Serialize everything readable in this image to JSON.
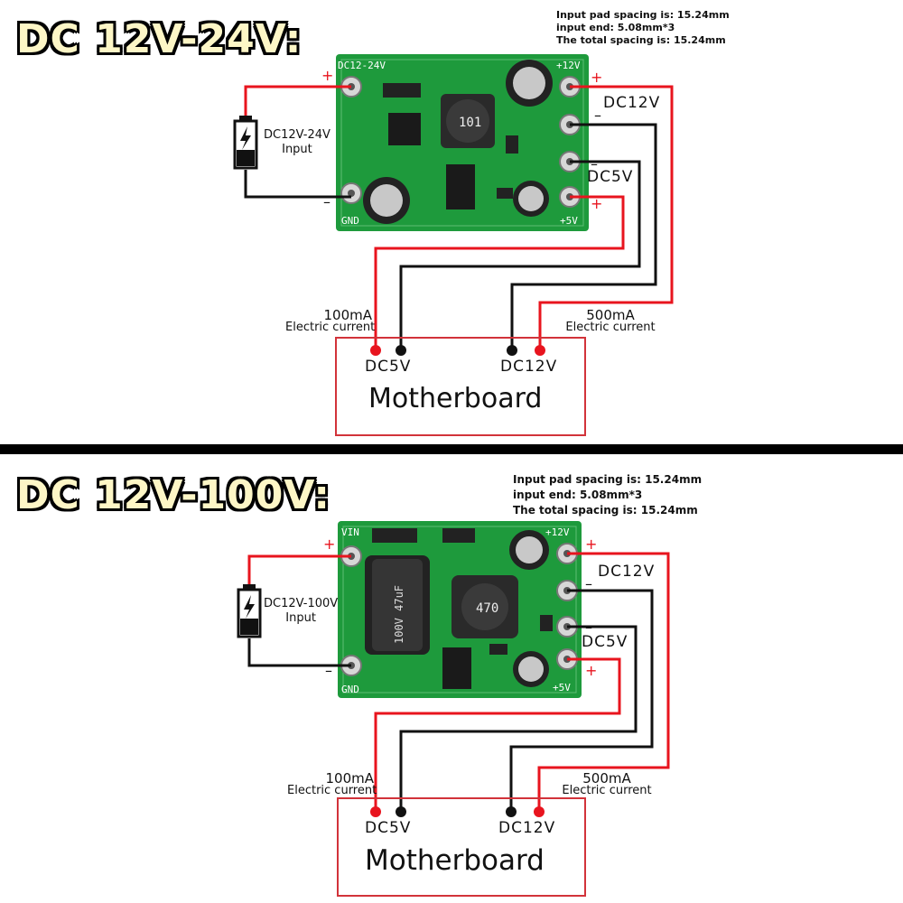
{
  "top": {
    "title": "DC 12V-24V:",
    "notes": [
      "Input pad spacing is: 15.24mm",
      "input end: 5.08mm*3",
      "The total spacing is: 15.24mm"
    ],
    "board": {
      "label_in": "DC12-24V",
      "label_gnd": "GND",
      "label_12v": "+12V",
      "label_5v": "+5V",
      "inductor": "101"
    },
    "input_label": [
      "DC12V-24V",
      "Input"
    ],
    "out_12v": "DC12V",
    "out_5v": "DC5V",
    "plus": "+",
    "minus": "–",
    "current_left": [
      "100mA",
      "Electric current"
    ],
    "current_right": [
      "500mA",
      "Electric current"
    ],
    "mb_left": "DC5V",
    "mb_right": "DC12V",
    "motherboard": "Motherboard"
  },
  "bottom": {
    "title": "DC 12V-100V:",
    "notes": [
      "Input pad spacing is: 15.24mm",
      "input end: 5.08mm*3",
      "The total spacing is: 15.24mm"
    ],
    "board": {
      "label_in": "VIN",
      "label_gnd": "GND",
      "label_12v": "+12V",
      "label_5v": "+5V",
      "inductor": "470",
      "cap": "100V 47uF"
    },
    "input_label": [
      "DC12V-100V",
      "Input"
    ],
    "out_12v": "DC12V",
    "out_5v": "DC5V",
    "plus": "+",
    "minus": "–",
    "current_left": [
      "100mA",
      "Electric current"
    ],
    "current_right": [
      "500mA",
      "Electric current"
    ],
    "mb_left": "DC5V",
    "mb_right": "DC12V",
    "motherboard": "Motherboard"
  },
  "colors": {
    "wire_red": "#e8141e",
    "wire_black": "#111111",
    "pcb": "#1e9a3c",
    "box": "#d2333a"
  }
}
